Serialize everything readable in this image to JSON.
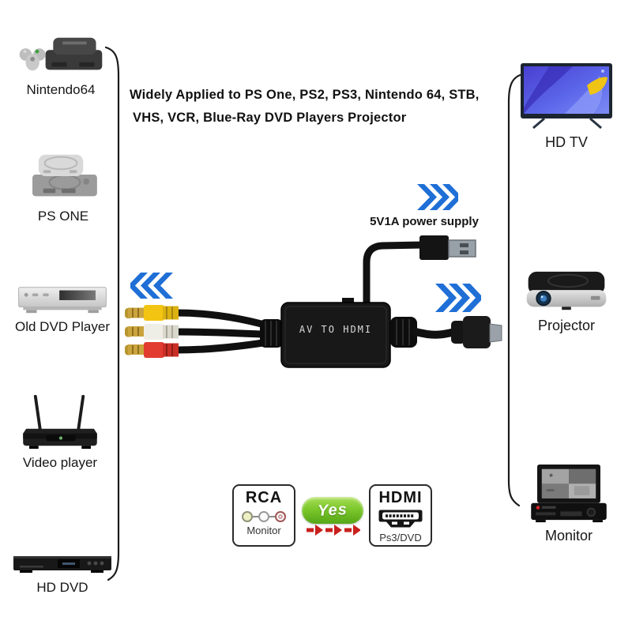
{
  "title": {
    "line1": "Widely Applied to PS One, PS2, PS3, Nintendo 64, STB,",
    "line2": "VHS, VCR, Blue-Ray DVD Players Projector"
  },
  "left_devices": [
    {
      "id": "nintendo64",
      "label": "Nintendo64"
    },
    {
      "id": "ps-one",
      "label": "PS ONE"
    },
    {
      "id": "old-dvd-player",
      "label": "Old DVD Player"
    },
    {
      "id": "video-player",
      "label": "Video player"
    },
    {
      "id": "hd-dvd",
      "label": "HD DVD"
    }
  ],
  "right_devices": [
    {
      "id": "hd-tv",
      "label": "HD TV"
    },
    {
      "id": "projector",
      "label": "Projector"
    },
    {
      "id": "monitor",
      "label": "Monitor"
    }
  ],
  "converter": {
    "label": "AV TO HDMI",
    "power_label": "5V1A power supply"
  },
  "compatibility": {
    "rca": {
      "title": "RCA",
      "subtitle": "Monitor"
    },
    "result": {
      "label": "Yes"
    },
    "hdmi": {
      "title": "HDMI",
      "subtitle": "Ps3/DVD"
    }
  },
  "icons": {
    "chevrons_left": "triple-chevron-left",
    "chevrons_right_power": "triple-chevron-right",
    "chevrons_right_hdmi": "triple-chevron-right",
    "red_arrows": "triple-arrow-right",
    "hdmi_connector": "hdmi-port-outline",
    "rca_jacks": "three-rca-circles"
  },
  "colors": {
    "arrow_blue": "#1f6fd6",
    "yes_green": "#7cc82c",
    "red_arrow": "#c8201d",
    "rca_yellow": "#f3c513",
    "rca_white": "#efeee6",
    "rca_red": "#e23b30",
    "converter_black": "#181818"
  }
}
